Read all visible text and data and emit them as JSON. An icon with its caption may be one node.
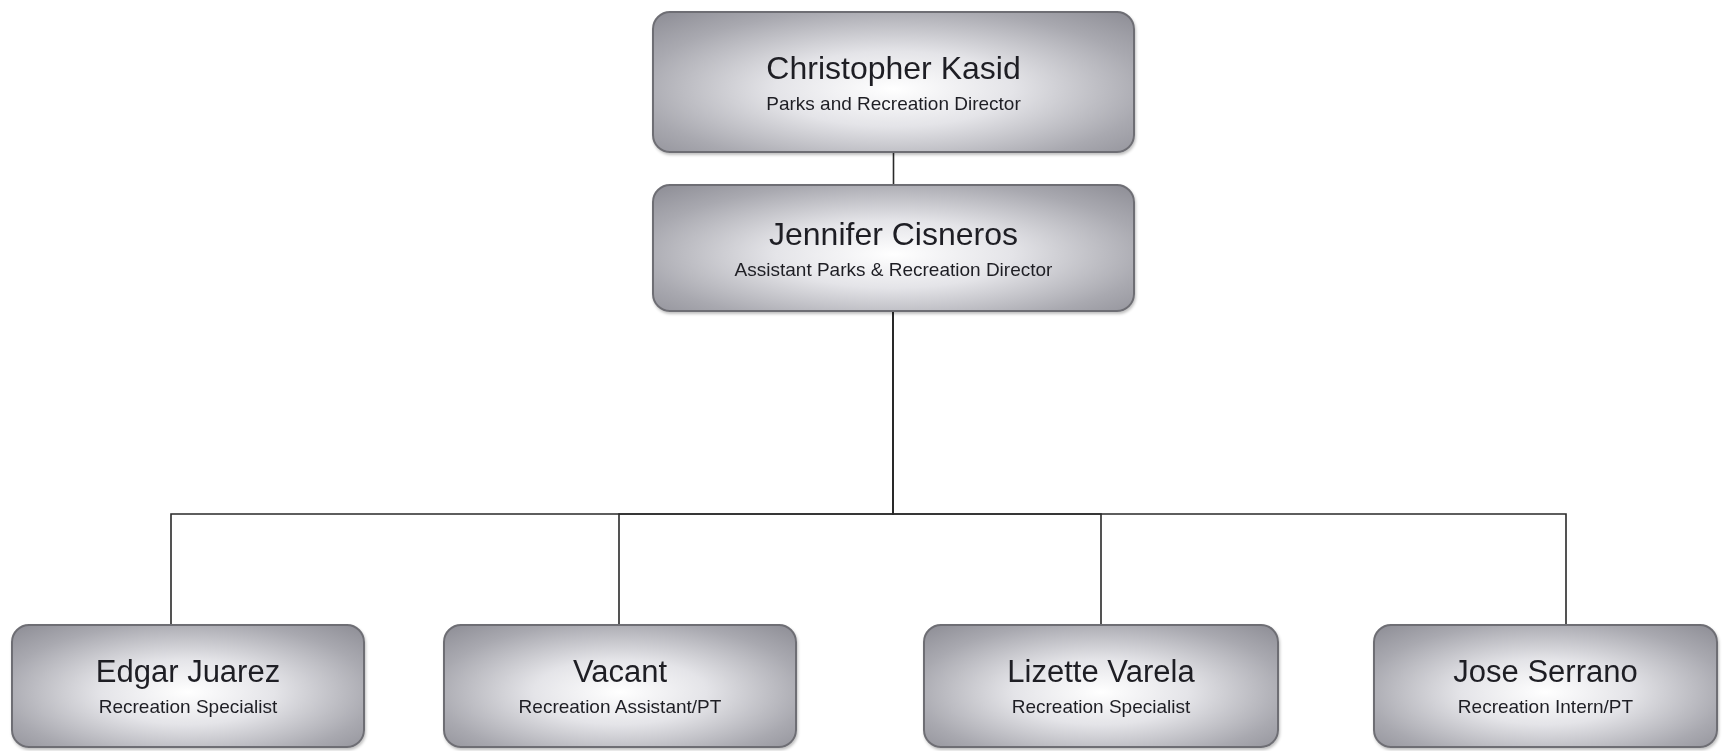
{
  "diagram": {
    "nodes": [
      {
        "text": [
          "Christopher Kasid",
          "Parks and Recreation Director"
        ]
      },
      {
        "text": [
          "Jennifer Cisneros",
          "Assistant Parks & Recreation Director"
        ]
      },
      {
        "text": [
          "Edgar Juarez",
          "Recreation Specialist"
        ]
      },
      {
        "text": [
          "Vacant",
          "Recreation Assistant/PT"
        ]
      },
      {
        "text": [
          "Lizette Varela",
          "Recreation Specialist"
        ]
      },
      {
        "text": [
          "Jose Serrano",
          "Recreation Intern/PT"
        ]
      }
    ],
    "edges": [
      {
        "from": 0,
        "to": 1,
        "arrow": "none"
      },
      {
        "from": 1,
        "to": 2,
        "arrow": "none"
      },
      {
        "from": 1,
        "to": 3,
        "arrow": "none"
      },
      {
        "from": 1,
        "to": 4,
        "arrow": "none"
      },
      {
        "from": 1,
        "to": 5,
        "arrow": "none"
      }
    ]
  }
}
